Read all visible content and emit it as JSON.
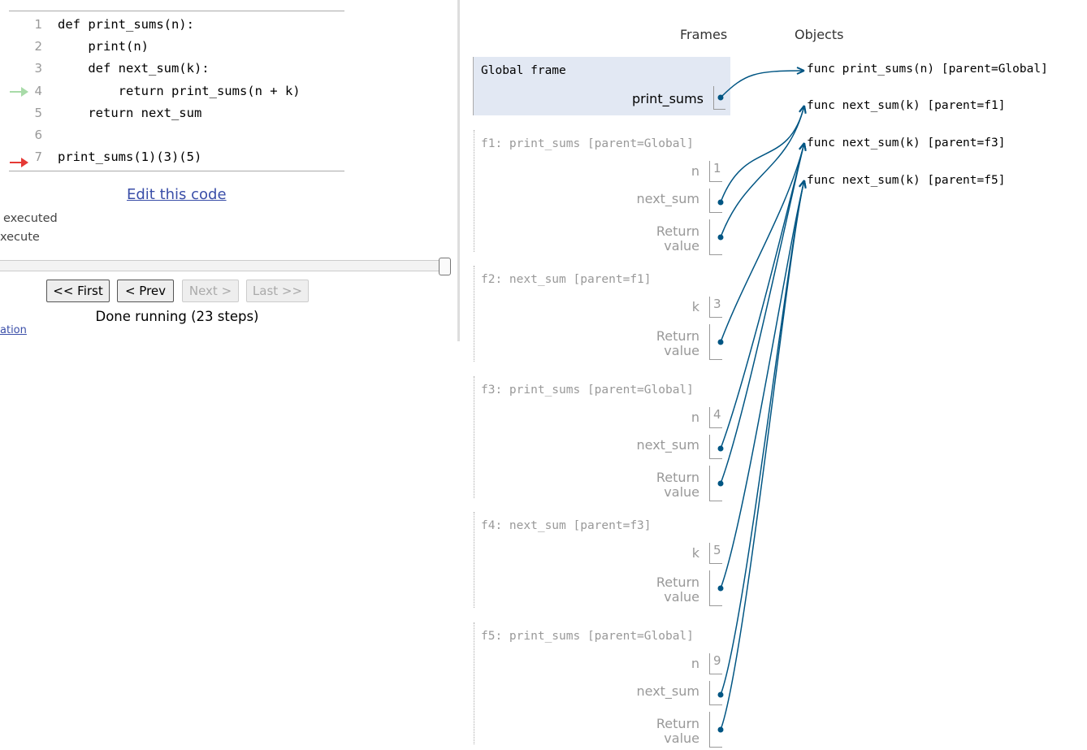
{
  "code": {
    "lines": [
      {
        "num": "1",
        "text": "def print_sums(n):"
      },
      {
        "num": "2",
        "text": "    print(n)"
      },
      {
        "num": "3",
        "text": "    def next_sum(k):"
      },
      {
        "num": "4",
        "text": "        return print_sums(n + k)"
      },
      {
        "num": "5",
        "text": "    return next_sum"
      },
      {
        "num": "6",
        "text": ""
      },
      {
        "num": "7",
        "text": "print_sums(1)(3)(5)"
      }
    ],
    "prev_line_arrow_color": "#a8dba8",
    "next_line_arrow_color": "#e53935",
    "edit_link": "Edit this code"
  },
  "legend": {
    "executed": "executed",
    "execute": "xecute"
  },
  "slider": {
    "progress": 1.0
  },
  "nav": {
    "first": "<< First",
    "prev": "< Prev",
    "next": "Next >",
    "last": "Last >>",
    "status": "Done running (23 steps)",
    "link_fragment": "ation"
  },
  "viz": {
    "frames_label": "Frames",
    "objects_label": "Objects",
    "arrow_color": "#005583",
    "global": {
      "title": "Global frame",
      "vars": [
        {
          "name": "print_sums",
          "target": 0
        }
      ]
    },
    "frames": [
      {
        "title": "f1: print_sums [parent=Global]",
        "vars": [
          {
            "name": "n",
            "value": "1"
          },
          {
            "name": "next_sum",
            "target": 1
          },
          {
            "name": "Return value",
            "target": 1,
            "ret": true
          }
        ]
      },
      {
        "title": "f2: next_sum [parent=f1]",
        "vars": [
          {
            "name": "k",
            "value": "3"
          },
          {
            "name": "Return value",
            "target": 2,
            "ret": true
          }
        ]
      },
      {
        "title": "f3: print_sums [parent=Global]",
        "vars": [
          {
            "name": "n",
            "value": "4"
          },
          {
            "name": "next_sum",
            "target": 2
          },
          {
            "name": "Return value",
            "target": 2,
            "ret": true
          }
        ]
      },
      {
        "title": "f4: next_sum [parent=f3]",
        "vars": [
          {
            "name": "k",
            "value": "5"
          },
          {
            "name": "Return value",
            "target": 3,
            "ret": true
          }
        ]
      },
      {
        "title": "f5: print_sums [parent=Global]",
        "vars": [
          {
            "name": "n",
            "value": "9"
          },
          {
            "name": "next_sum",
            "target": 3
          },
          {
            "name": "Return value",
            "target": 3,
            "ret": true
          }
        ]
      }
    ],
    "objects": [
      "func print_sums(n) [parent=Global]",
      "func next_sum(k) [parent=f1]",
      "func next_sum(k) [parent=f3]",
      "func next_sum(k) [parent=f5]"
    ]
  }
}
